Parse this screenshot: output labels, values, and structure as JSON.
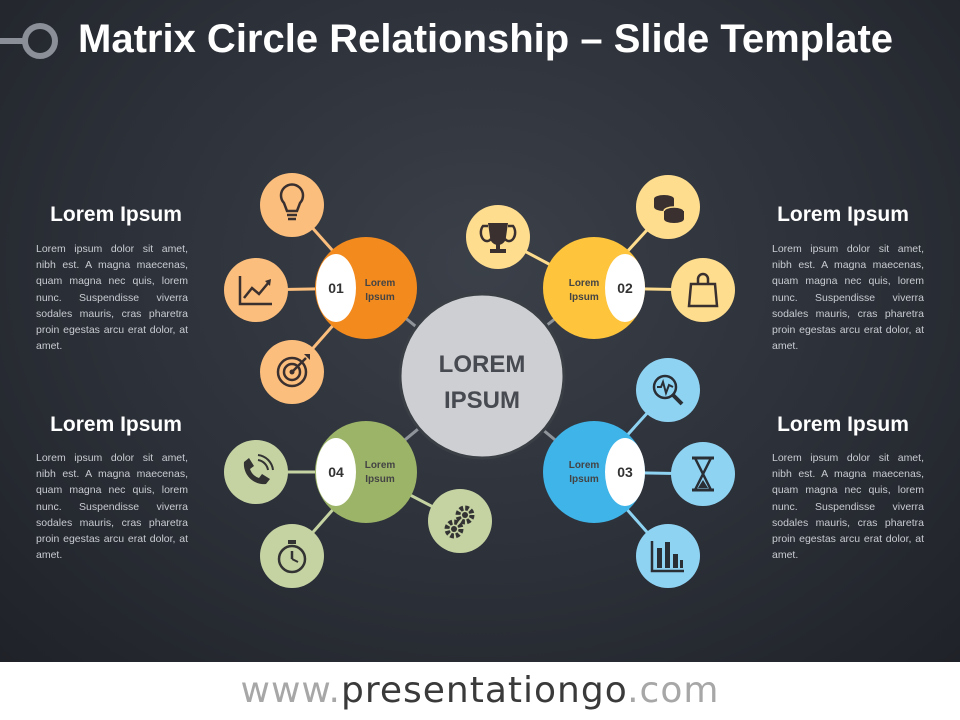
{
  "title": "Matrix Circle Relationship – Slide Template",
  "center": {
    "line1": "LOREM",
    "line2": "IPSUM"
  },
  "nodes": [
    {
      "num": "01",
      "label_line1": "Lorem",
      "label_line2": "Ipsum",
      "color": "#F38A1E",
      "light": "#FBBE7C"
    },
    {
      "num": "02",
      "label_line1": "Lorem",
      "label_line2": "Ipsum",
      "color": "#FDC43C",
      "light": "#FEDD8E"
    },
    {
      "num": "03",
      "label_line1": "Lorem",
      "label_line2": "Ipsum",
      "color": "#3FB4E8",
      "light": "#8FD3F3"
    },
    {
      "num": "04",
      "label_line1": "Lorem",
      "label_line2": "Ipsum",
      "color": "#9CB468",
      "light": "#C5D3A3"
    }
  ],
  "icons": {
    "node1": [
      "lightbulb-icon",
      "line-chart-icon",
      "target-icon"
    ],
    "node2": [
      "trophy-icon",
      "coins-icon",
      "shopping-bag-icon"
    ],
    "node3": [
      "search-analytics-icon",
      "hourglass-icon",
      "bar-chart-icon"
    ],
    "node4": [
      "phone-icon",
      "stopwatch-icon",
      "gears-icon"
    ]
  },
  "panels": [
    {
      "heading": "Lorem Ipsum",
      "text": "Lorem ipsum dolor sit amet, nibh est. A magna maecenas, quam magna nec quis, lorem nunc. Suspendisse viverra sodales mauris, cras pharetra proin egestas arcu erat dolor, at amet."
    },
    {
      "heading": "Lorem Ipsum",
      "text": "Lorem ipsum dolor sit amet, nibh est. A magna maecenas, quam magna nec quis, lorem nunc. Suspendisse viverra sodales mauris, cras pharetra proin egestas arcu erat dolor, at amet."
    },
    {
      "heading": "Lorem Ipsum",
      "text": "Lorem ipsum dolor sit amet, nibh est. A magna maecenas, quam magna nec quis, lorem nunc. Suspendisse viverra sodales mauris, cras pharetra proin egestas arcu erat dolor, at amet."
    },
    {
      "heading": "Lorem Ipsum",
      "text": "Lorem ipsum dolor sit amet, nibh est. A magna maecenas, quam magna nec quis, lorem nunc. Suspendisse viverra sodales mauris, cras pharetra proin egestas arcu erat dolor, at amet."
    }
  ],
  "footer": {
    "prefix": "www.",
    "brand": "presentationgo",
    "suffix": ".com"
  }
}
